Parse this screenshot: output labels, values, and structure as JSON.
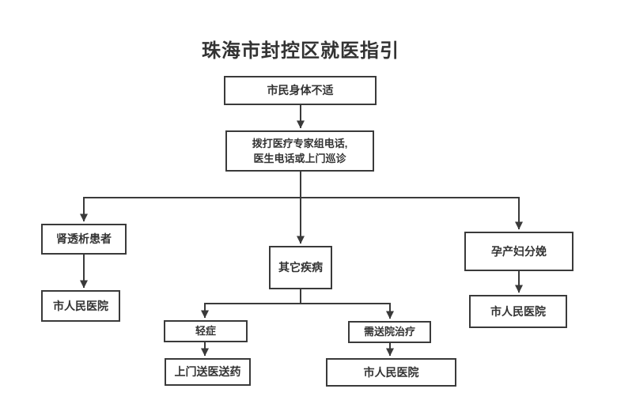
{
  "title": "珠海市封控区就医指引",
  "flowchart": {
    "start": "市民身体不适",
    "call": {
      "line1": "拨打医疗专家组电话,",
      "line2": "医生电话或上门巡诊"
    },
    "branches": {
      "dialysis": {
        "label": "肾透析患者",
        "destination": "市人民医院"
      },
      "other": {
        "label": "其它疾病",
        "mild": {
          "label": "轻症",
          "action": "上门送医送药"
        },
        "severe": {
          "label": "需送院治疗",
          "destination": "市人民医院"
        }
      },
      "maternity": {
        "label": "孕产妇分娩",
        "destination": "市人民医院"
      }
    }
  },
  "colors": {
    "line": "#3a3a3a",
    "text": "#333333",
    "background": "#ffffff"
  }
}
